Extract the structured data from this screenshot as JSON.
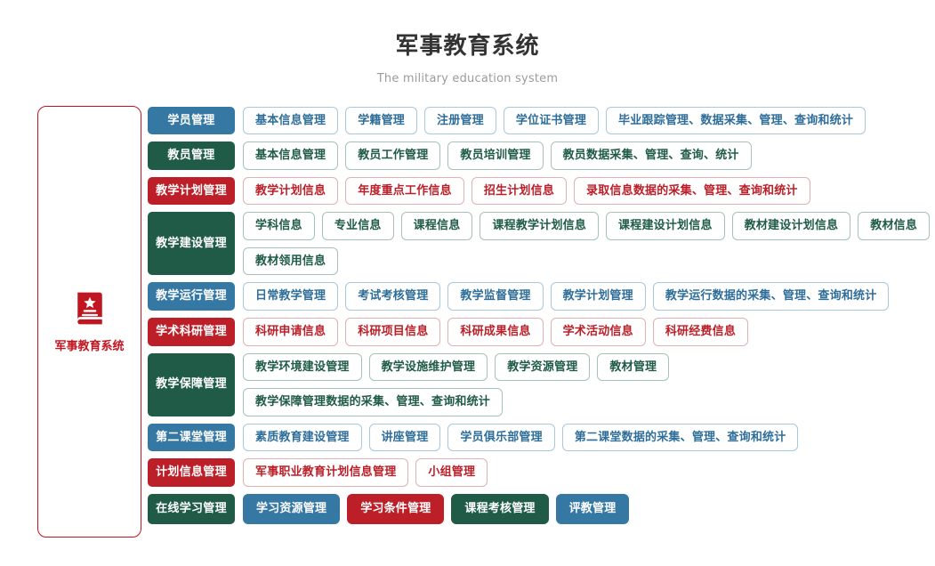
{
  "header": {
    "title": "军事教育系统",
    "subtitle": "The military education system"
  },
  "brand": {
    "icon": "book-star-icon",
    "label": "军事教育系统",
    "color": "#c01622"
  },
  "palette": {
    "blue": "#3578a4",
    "green": "#1f5b46",
    "red": "#bc1f28",
    "blue_border": "#a9c7dd",
    "green_border": "#a6c2b8",
    "red_border": "#e3b0b4",
    "title_color": "#333333",
    "subtitle_color": "#9b9b9b"
  },
  "tree": {
    "rows": [
      {
        "head": "学员管理",
        "color": "blue",
        "style": "outlined",
        "children": [
          "基本信息管理",
          "学籍管理",
          "注册管理",
          "学位证书管理",
          "毕业跟踪管理、数据采集、管理、查询和统计"
        ]
      },
      {
        "head": "教员管理",
        "color": "green",
        "style": "outlined",
        "children": [
          "基本信息管理",
          "教员工作管理",
          "教员培训管理",
          "教员数据采集、管理、查询、统计"
        ]
      },
      {
        "head": "教学计划管理",
        "color": "red",
        "style": "outlined",
        "children": [
          "教学计划信息",
          "年度重点工作信息",
          "招生计划信息",
          "录取信息数据的采集、管理、查询和统计"
        ]
      },
      {
        "head": "教学建设管理",
        "color": "green",
        "style": "outlined",
        "children": [
          "学科信息",
          "专业信息",
          "课程信息",
          "课程教学计划信息",
          "课程建设计划信息",
          "教材建设计划信息",
          "教材信息",
          "教材领用信息"
        ]
      },
      {
        "head": "教学运行管理",
        "color": "blue",
        "style": "outlined",
        "children": [
          "日常教学管理",
          "考试考核管理",
          "教学监督管理",
          "教学计划管理",
          "教学运行数据的采集、管理、查询和统计"
        ]
      },
      {
        "head": "学术科研管理",
        "color": "red",
        "style": "outlined",
        "children": [
          "科研申请信息",
          "科研项目信息",
          "科研成果信息",
          "学术活动信息",
          "科研经费信息"
        ]
      },
      {
        "head": "教学保障管理",
        "color": "green",
        "style": "outlined",
        "children": [
          "教学环境建设管理",
          "教学设施维护管理",
          "教学资源管理",
          "教材管理",
          "教学保障管理数据的采集、管理、查询和统计"
        ]
      },
      {
        "head": "第二课堂管理",
        "color": "blue",
        "style": "outlined",
        "children": [
          "素质教育建设管理",
          "讲座管理",
          "学员俱乐部管理",
          "第二课堂数据的采集、管理、查询和统计"
        ]
      },
      {
        "head": "计划信息管理",
        "color": "red",
        "style": "outlined",
        "children": [
          "军事职业教育计划信息管理",
          "小组管理"
        ]
      },
      {
        "head": "在线学习管理",
        "color": "green",
        "style": "filled",
        "children": [
          "学习资源管理",
          "学习条件管理",
          "课程考核管理",
          "评教管理"
        ],
        "child_colors": [
          "blue",
          "red",
          "green",
          "blue"
        ]
      }
    ]
  }
}
